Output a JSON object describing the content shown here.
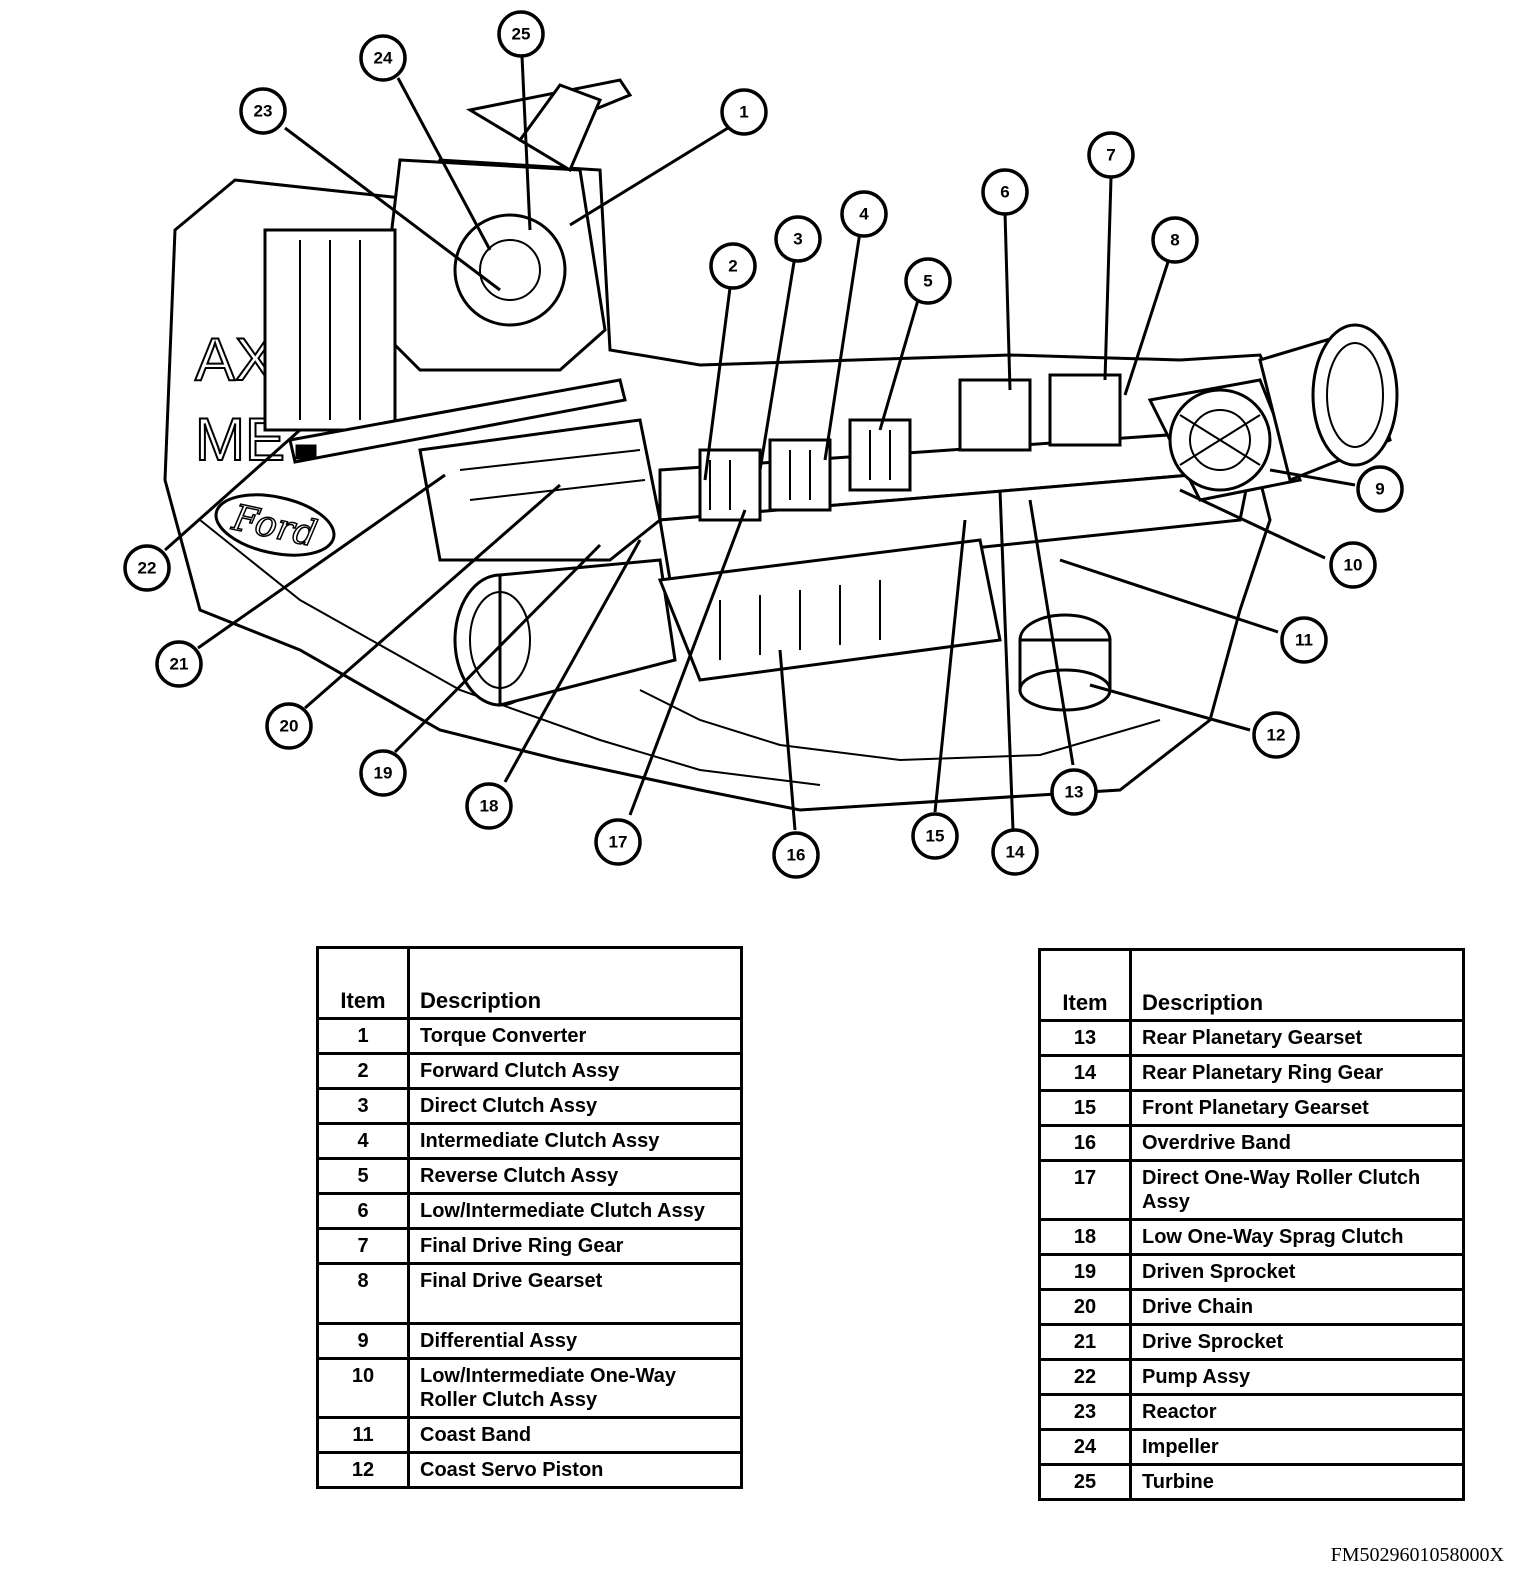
{
  "case_lettering": [
    "AX",
    "ME"
  ],
  "logo_text": "Ford",
  "callouts": [
    "1",
    "2",
    "3",
    "4",
    "5",
    "6",
    "7",
    "8",
    "9",
    "10",
    "11",
    "12",
    "13",
    "14",
    "15",
    "16",
    "17",
    "18",
    "19",
    "20",
    "21",
    "22",
    "23",
    "24",
    "25"
  ],
  "legend": {
    "header_item": "Item",
    "header_description": "Description",
    "left_rows": [
      {
        "item": "1",
        "description": "Torque Converter"
      },
      {
        "item": "2",
        "description": "Forward Clutch Assy"
      },
      {
        "item": "3",
        "description": "Direct Clutch Assy"
      },
      {
        "item": "4",
        "description": "Intermediate Clutch Assy"
      },
      {
        "item": "5",
        "description": "Reverse Clutch Assy"
      },
      {
        "item": "6",
        "description": "Low/Intermediate Clutch Assy"
      },
      {
        "item": "7",
        "description": "Final Drive Ring Gear"
      },
      {
        "item": "8",
        "description": "Final Drive Gearset"
      },
      {
        "item": "9",
        "description": "Differential Assy"
      },
      {
        "item": "10",
        "description": "Low/Intermediate One-Way Roller Clutch Assy"
      },
      {
        "item": "11",
        "description": "Coast Band"
      },
      {
        "item": "12",
        "description": "Coast Servo Piston"
      }
    ],
    "right_rows": [
      {
        "item": "13",
        "description": "Rear Planetary Gearset"
      },
      {
        "item": "14",
        "description": "Rear Planetary Ring Gear"
      },
      {
        "item": "15",
        "description": "Front Planetary Gearset"
      },
      {
        "item": "16",
        "description": "Overdrive Band"
      },
      {
        "item": "17",
        "description": "Direct One-Way Roller Clutch Assy"
      },
      {
        "item": "18",
        "description": "Low One-Way Sprag Clutch"
      },
      {
        "item": "19",
        "description": "Driven Sprocket"
      },
      {
        "item": "20",
        "description": "Drive Chain"
      },
      {
        "item": "21",
        "description": "Drive Sprocket"
      },
      {
        "item": "22",
        "description": "Pump Assy"
      },
      {
        "item": "23",
        "description": "Reactor"
      },
      {
        "item": "24",
        "description": "Impeller"
      },
      {
        "item": "25",
        "description": "Turbine"
      }
    ]
  },
  "figure_code": "FM5029601058000X"
}
